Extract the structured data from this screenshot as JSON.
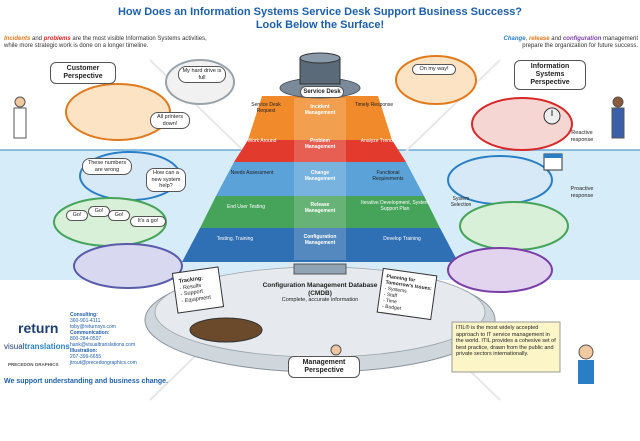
{
  "header": {
    "title_line1": "How Does an Information Systems Service Desk Support Business Success?",
    "title_line2": "Look Below the Surface!"
  },
  "intro_left": {
    "incidents": "Incidents",
    "and": " and ",
    "problems": "problems",
    "rest1": " are the most visible Information Systems activities,",
    "line2": "while more strategic work is done on a longer timeline."
  },
  "intro_right": {
    "change": "Change",
    "comma": ", ",
    "release": "release",
    "and": " and ",
    "configuration": "configuration",
    "management": " management",
    "line2": "prepare the organization for future success."
  },
  "perspectives": {
    "customer": "Customer Perspective",
    "is": "Information Systems Perspective",
    "management": "Management Perspective"
  },
  "side_labels": {
    "reactive": "Reactive response",
    "proactive": "Proactive response",
    "system_selection": "System Selection"
  },
  "bubbles": {
    "hard_drive": "My hard drive is full",
    "printers": "All printers down!",
    "on_my_way": "On my way!",
    "numbers_wrong": "These numbers are wrong",
    "new_system": "How can a new system help?",
    "go1": "Go!",
    "go2": "Go!",
    "go3": "Go!",
    "its_a_go": "It's a go!"
  },
  "service_desk": {
    "label": "Service Desk"
  },
  "tiers": [
    {
      "left": "Service Desk Request",
      "center": "Incident Management",
      "right": "Timely Response"
    },
    {
      "left": "Work Around",
      "center": "Problem Management",
      "right": "Analyze Trends"
    },
    {
      "left": "Needs Assessment",
      "center": "Change Management",
      "right": "Functional Requirements"
    },
    {
      "left": "End User Testing",
      "center": "Release Management",
      "right": "Iterative Development, System Support Plan"
    },
    {
      "left": "Testing, Training",
      "center": "Configuration Management",
      "right": "Develop Training"
    }
  ],
  "cmdb": {
    "title": "Configuration Management Database (CMDB)",
    "sub": "Complete, accurate information"
  },
  "tracking": {
    "title": "Tracking:",
    "items": [
      "- Results",
      "- Support",
      "- Equipment"
    ]
  },
  "planning": {
    "title": "Planning for Tomorrow's Issues:",
    "items": [
      "- Systems",
      "- Staff",
      "- Time",
      "- Budget"
    ]
  },
  "contacts": {
    "logo_return": "return",
    "logo_vt_1": "visual",
    "logo_vt_2": "translations",
    "logo_pg": "PRECEDON GRAPHICS",
    "consulting": "Consulting:",
    "consulting_phone": "360-901-4111",
    "consulting_email": "toby@returnsys.com",
    "communication": "Communication:",
    "communication_phone": "800-284-0507",
    "communication_email": "hank@visualtranslations.com",
    "illustration": "Illustration:",
    "illustration_phone": "207-399-6655",
    "illustration_email": "jtrout@precedongraphics.com",
    "tagline": "We support understanding and business change."
  },
  "itil_note": "ITIL® is the most widely accepted approach to IT service management in the world. ITIL provides a cohesive set of best practice, drawn from the public and private sectors internationally.",
  "colors": {
    "title_blue": "#1f5fa8",
    "tier1": "#f08a2a",
    "tier2": "#e23b2e",
    "tier3": "#5ba2d8",
    "tier4": "#46a35a",
    "tier5": "#2f6fb3",
    "ocean": "#8fc3e6"
  }
}
